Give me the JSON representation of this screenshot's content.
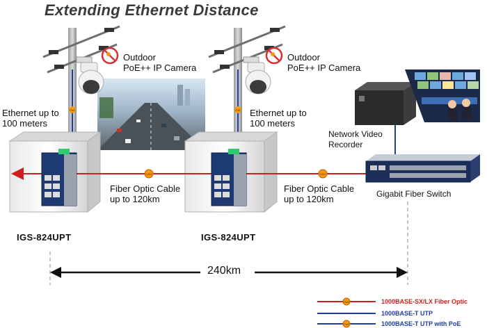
{
  "title": "Extending Ethernet Distance",
  "camera_left": {
    "line1": "Outdoor",
    "line2": "PoE++ IP Camera"
  },
  "camera_right": {
    "line1": "Outdoor",
    "line2": "PoE++ IP Camera"
  },
  "ethernet_left": {
    "line1": "Ethernet up to",
    "line2": "100 meters"
  },
  "ethernet_right": {
    "line1": "Ethernet up to",
    "line2": "100 meters"
  },
  "fiber_left": {
    "line1": "Fiber Optic Cable",
    "line2": "up to 120km"
  },
  "fiber_right": {
    "line1": "Fiber Optic Cable",
    "line2": "up to 120km"
  },
  "nvr": {
    "line1": "Network Video",
    "line2": "Recorder"
  },
  "switch_label": "Gigabit Fiber Switch",
  "device_left": "IGS-824UPT",
  "device_right": "IGS-824UPT",
  "distance": "240km",
  "badges": {
    "fiber": "1000",
    "poe": "PoE"
  },
  "legend": [
    {
      "label": "1000BASE-SX/LX Fiber Optic",
      "color": "#cc1f1f"
    },
    {
      "label": "1000BASE-T UTP",
      "color": "#1f3f9a"
    },
    {
      "label": "1000BASE-T UTP with PoE",
      "color": "#1f3f9a"
    }
  ]
}
